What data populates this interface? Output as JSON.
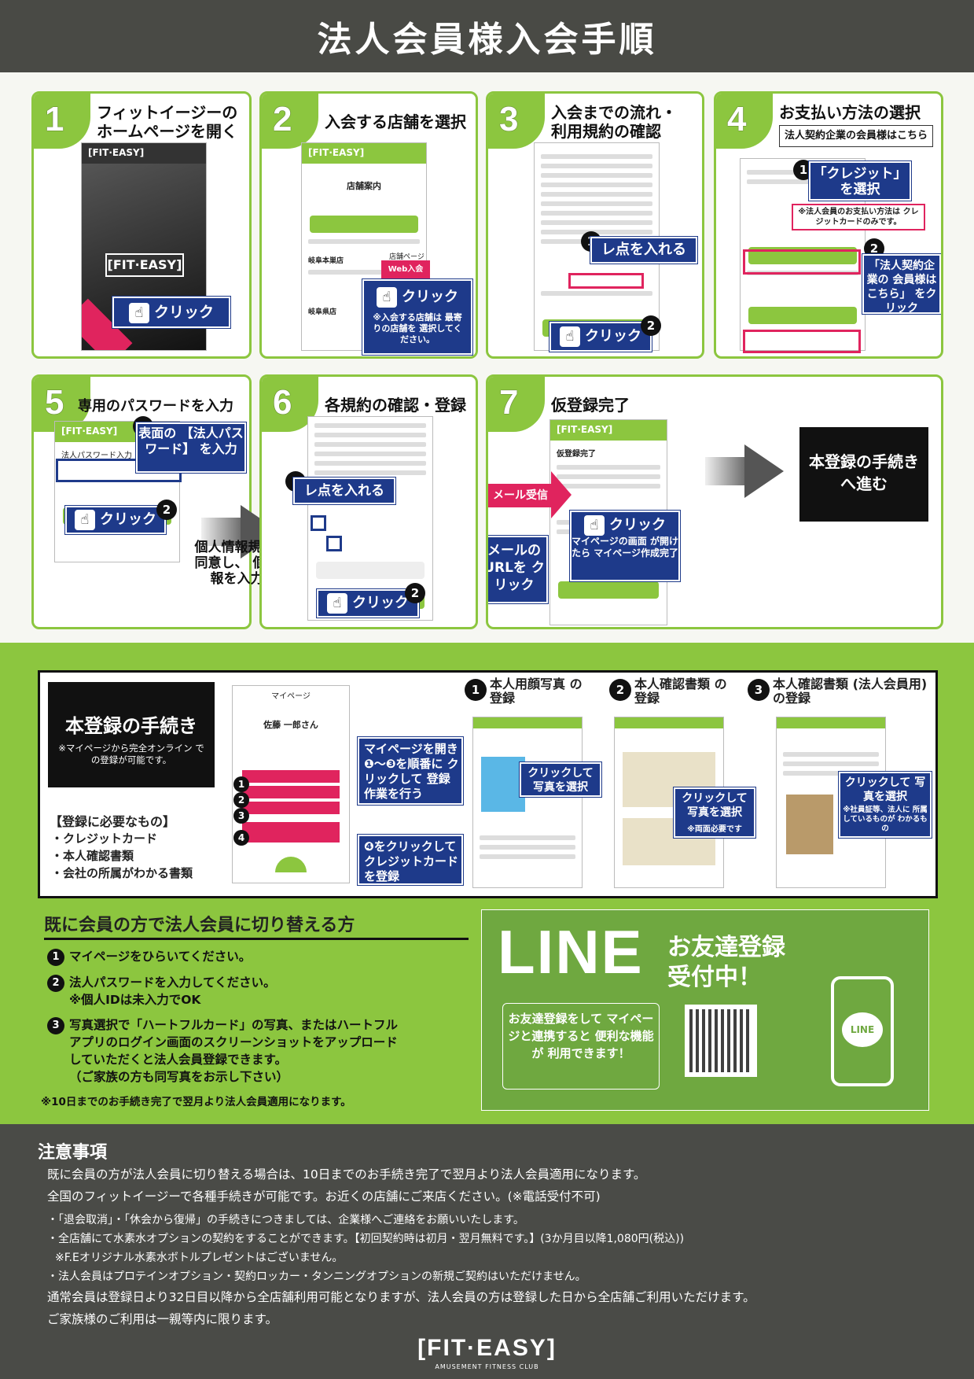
{
  "header": {
    "title": "法人会員様入会手順"
  },
  "steps": [
    {
      "num": "1",
      "title": "フィットイージーの ホームページを開く",
      "click": "クリック"
    },
    {
      "num": "2",
      "title": "入会する店舗を選択",
      "click": "クリック",
      "store_heading": "店舗案内",
      "store_name": "岐阜本巣店",
      "store_name2": "岐阜県店",
      "store_page": "店舗ページ",
      "web_btn": "Web入会",
      "note": "※入会する店舗は 最寄りの店舗を 選択してください。"
    },
    {
      "num": "3",
      "title": "入会までの流れ・ 利用規約の確認",
      "check": "レ点を入れる",
      "click": "クリック"
    },
    {
      "num": "4",
      "title": "お支払い方法の選択",
      "sub": "法人契約企業の会員様はこちら",
      "credit": "「クレジット」 を選択",
      "credit_note": "※法人会員のお支払い方法は クレジットカードのみです。",
      "corp": "「法人契約企業の 会員様はこちら」 をクリック"
    },
    {
      "num": "5",
      "title": "専用のパスワードを入力",
      "field_label": "法人パスワード入力",
      "pwd": "表面の 【法人パスワード】 を入力",
      "click": "クリック"
    },
    {
      "num": "6",
      "title": "各規約の確認・登録",
      "check": "レ点を入れる",
      "click": "クリック",
      "personal": "個人情報規約 に同意し、 個人情報を入力。"
    },
    {
      "num": "7",
      "title": "仮登録完了",
      "mail": "メール受信",
      "mail_url": "メールの URLを クリック",
      "click": "クリック",
      "mypage": "マイページの画面 が開けたら マイページ作成完了",
      "done_label": "仮登録完了"
    }
  ],
  "next_box": "本登録の手続き へ進む",
  "registration": {
    "title": "本登録の手続き",
    "note": "※マイページから完全オンライン での登録が可能です。",
    "needs_title": "【登録に必要なもの】",
    "needs": [
      "・クレジットカード",
      "・本人確認書類",
      "・会社の所属がわかる書類"
    ],
    "mypage_label": "マイページ",
    "user_name": "佐藤 一郎さん",
    "callout1": "マイページを開き ❶〜❸を順番に クリックして 登録作業を行う",
    "callout2": "❹をクリックして クレジットカード を登録",
    "col1": "本人用顔写真 の登録",
    "col2": "本人確認書類 の登録",
    "col3": "本人確認書類 (法人会員用)の登録",
    "photo1": "クリックして 写真を選択",
    "photo2": "クリックして 写真を選択",
    "photo2_note": "※両面必要です",
    "photo3": "クリックして 写真を選択",
    "photo3_note": "※社員証等、法人に 所属しているものが わかるもの"
  },
  "switch": {
    "title": "既に会員の方で法人会員に切り替える方",
    "items": [
      "マイページをひらいてください。",
      "法人パスワードを入力してください。",
      "写真選択で「ハートフルカード」の写真、またはハートフル"
    ],
    "item2b": "※個人IDは未入力でOK",
    "item3b": "アプリのログイン画面のスクリーンショットをアップロード",
    "item3c": "していただくと法人会員登録できます。",
    "item3d": "（ご家族の方も同写真をお示し下さい）",
    "footnote": "※10日までのお手続き完了で翌月より法人会員適用になります。"
  },
  "line": {
    "logo": "LINE",
    "headline1": "お友達登録",
    "headline2": "受付中！",
    "body": "お友達登録をして マイページと連携すると 便利な機能が 利用できます！",
    "badge": "LINE"
  },
  "notes": {
    "title": "注意事項",
    "lines": [
      "既に会員の方が法人会員に切り替える場合は、10日までのお手続き完了で翌月より法人会員適用になります。",
      "全国のフィットイージーで各種手続きが可能です。お近くの店舗にご来店ください。(※電話受付不可)",
      "・「退会取消」・「休会から復帰」の手続きにつきましては、企業様へご連絡をお願いいたします。",
      "・全店舗にて水素水オプションの契約をすることができます。【初回契約時は初月・翌月無料です。】(3か月目以降1,080円(税込))",
      "※F.Eオリジナル水素水ボトルプレゼントはございません。",
      "・法人会員はプロテインオプション・契約ロッカー・タンニングオプションの新規ご契約はいただけません。",
      "通常会員は登録日より32日目以降から全店舗利用可能となりますが、法人会員の方は登録した日から全店舗ご利用いただけます。",
      "ご家族様のご利用は一親等内に限ります。"
    ]
  },
  "footer": {
    "brand": "[FIT·EASY]",
    "tagline": "AMUSEMENT FITNESS CLUB"
  },
  "colors": {
    "green": "#8cc63f",
    "navy": "#1e3a8a",
    "pink": "#e0245e",
    "dark": "#4a4b47"
  }
}
